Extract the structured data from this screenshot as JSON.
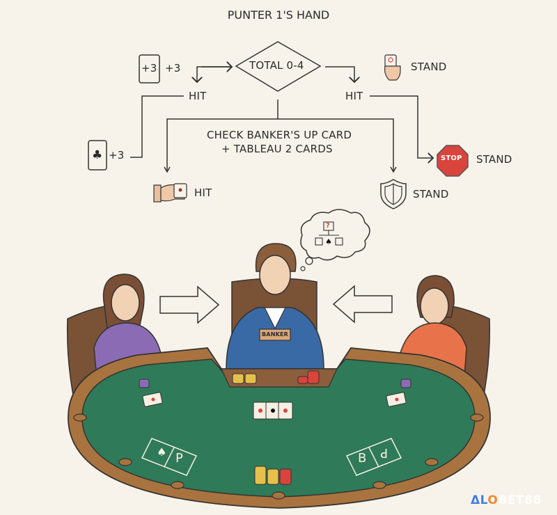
{
  "title": "PUNTER 1'S HAND",
  "flowchart": {
    "decision": "TOTAL 0-4",
    "left_hit": "HIT",
    "right_hit": "HIT",
    "card_plus3_top": "+3",
    "card_plus3_top_label": "+3",
    "card_club_label": "+3",
    "stand_top": "STAND",
    "check_line1": "CHECK BANKER'S UP CARD",
    "check_line2": "+ TABLEAU 2 CARDS",
    "hit_bottom": "HIT",
    "stand_shield": "STAND",
    "stand_stop": "STAND",
    "stop_sign_text": "STOP"
  },
  "scene": {
    "banker_card_label": "BANKER",
    "player_box_label": "P",
    "banker_box_label": "B",
    "banker_box_mirror": "P",
    "thought_bubble_symbol": "?"
  },
  "colors": {
    "background": "#f8f3ea",
    "felt": "#2f7a58",
    "wood": "#a9733f",
    "stop_red": "#d9443c",
    "banker_suit": "#3a6aa5",
    "left_player_shirt": "#8c6bb5",
    "right_player_shirt": "#e8734a"
  },
  "logo": {
    "part1": "ΔL",
    "part2": "O",
    "part3": "BET88"
  }
}
